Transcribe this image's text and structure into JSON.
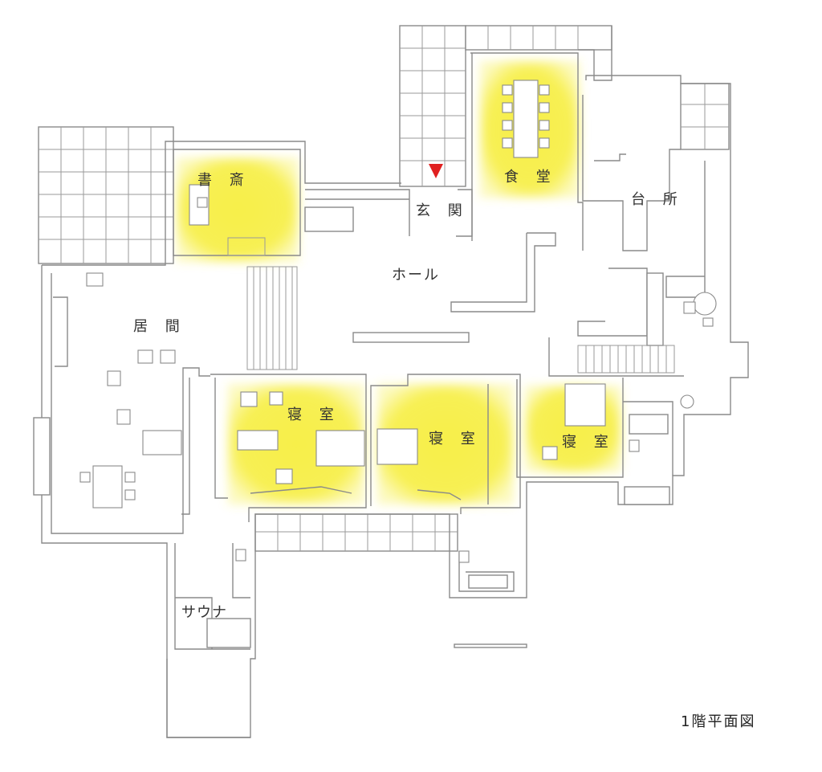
{
  "plan": {
    "caption": "1階平面図",
    "highlight_color": "#f5ee5c",
    "entrance_marker_color": "#e02020",
    "rooms": {
      "study": "書 斎",
      "dining": "食 堂",
      "entrance": "玄 関",
      "kitchen": "台 所",
      "hall": "ホール",
      "living": "居 間",
      "bedroom_1": "寝 室",
      "bedroom_2": "寝 室",
      "bedroom_3": "寝 室",
      "sauna": "サウナ"
    }
  }
}
